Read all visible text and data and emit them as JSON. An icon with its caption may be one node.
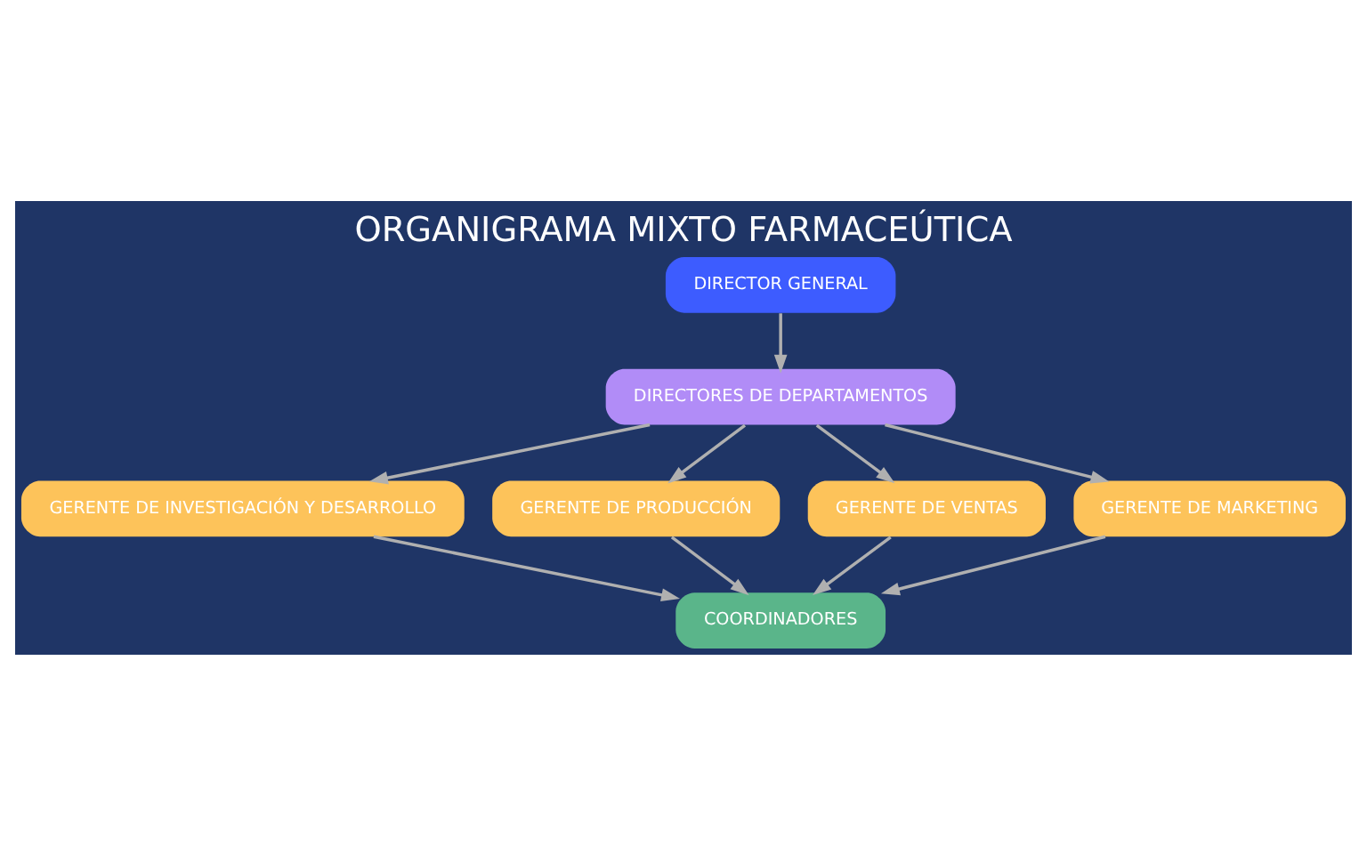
{
  "diagram": {
    "title": "ORGANIGRAMA MIXTO FARMACEÚTICA",
    "nodes": [
      {
        "text": [
          "DIRECTOR GENERAL"
        ]
      },
      {
        "text": [
          "DIRECTORES DE DEPARTAMENTOS"
        ]
      },
      {
        "text": [
          "GERENTE DE INVESTIGACIÓN Y DESARROLLO"
        ]
      },
      {
        "text": [
          "GERENTE DE PRODUCCIÓN"
        ]
      },
      {
        "text": [
          "GERENTE DE VENTAS"
        ]
      },
      {
        "text": [
          "GERENTE DE MARKETING"
        ]
      },
      {
        "text": [
          "COORDINADORES"
        ]
      }
    ],
    "edges": [
      {
        "from": 0,
        "to": 1,
        "arrow": "to"
      },
      {
        "from": 1,
        "to": 2,
        "arrow": "to"
      },
      {
        "from": 1,
        "to": 3,
        "arrow": "to"
      },
      {
        "from": 1,
        "to": 4,
        "arrow": "to"
      },
      {
        "from": 1,
        "to": 5,
        "arrow": "to"
      },
      {
        "from": 2,
        "to": 6,
        "arrow": "to"
      },
      {
        "from": 3,
        "to": 6,
        "arrow": "to"
      },
      {
        "from": 4,
        "to": 6,
        "arrow": "to"
      },
      {
        "from": 5,
        "to": 6,
        "arrow": "to"
      }
    ]
  }
}
